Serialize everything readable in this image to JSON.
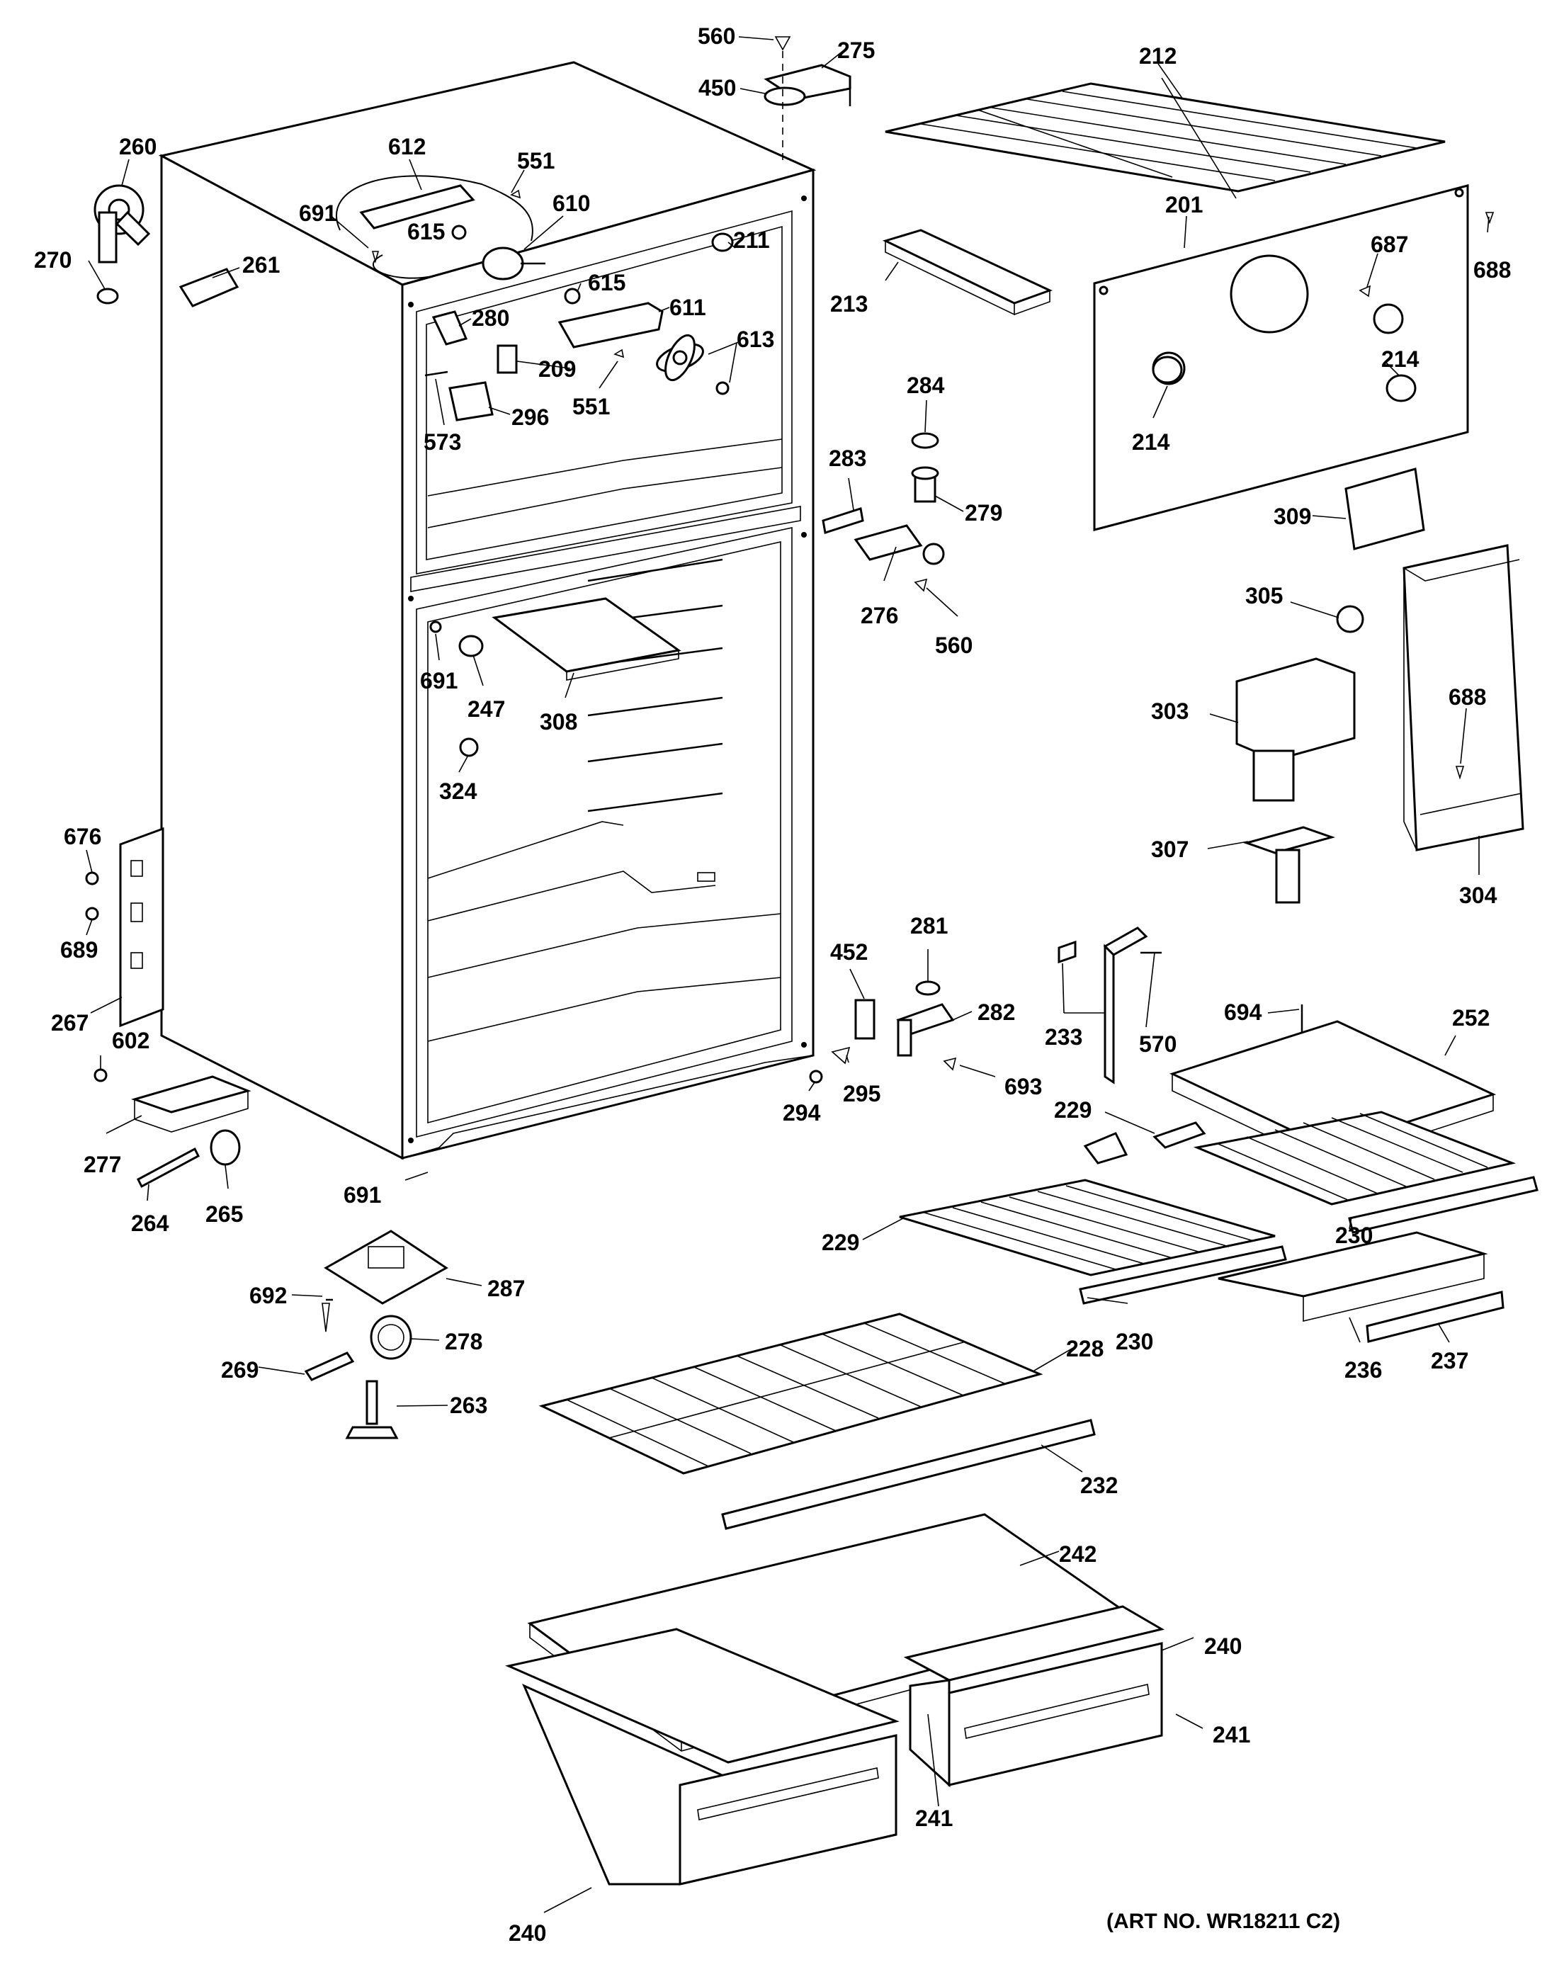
{
  "art_number": "(ART NO. WR18211 C2)",
  "labels": [
    {
      "id": "560-top",
      "text": "560"
    },
    {
      "id": "275",
      "text": "275"
    },
    {
      "id": "450",
      "text": "450"
    },
    {
      "id": "212",
      "text": "212"
    },
    {
      "id": "260",
      "text": "260"
    },
    {
      "id": "612",
      "text": "612"
    },
    {
      "id": "551-top",
      "text": "551"
    },
    {
      "id": "610",
      "text": "610"
    },
    {
      "id": "691-top",
      "text": "691"
    },
    {
      "id": "615-a",
      "text": "615"
    },
    {
      "id": "211",
      "text": "211"
    },
    {
      "id": "201",
      "text": "201"
    },
    {
      "id": "687",
      "text": "687"
    },
    {
      "id": "688-top",
      "text": "688"
    },
    {
      "id": "270",
      "text": "270"
    },
    {
      "id": "261",
      "text": "261"
    },
    {
      "id": "615-b",
      "text": "615"
    },
    {
      "id": "611",
      "text": "611"
    },
    {
      "id": "213",
      "text": "213"
    },
    {
      "id": "280",
      "text": "280"
    },
    {
      "id": "613",
      "text": "613"
    },
    {
      "id": "209",
      "text": "209"
    },
    {
      "id": "284",
      "text": "284"
    },
    {
      "id": "214-right",
      "text": "214"
    },
    {
      "id": "551-mid",
      "text": "551"
    },
    {
      "id": "296",
      "text": "296"
    },
    {
      "id": "573",
      "text": "573"
    },
    {
      "id": "214-left",
      "text": "214"
    },
    {
      "id": "283",
      "text": "283"
    },
    {
      "id": "279",
      "text": "279"
    },
    {
      "id": "309",
      "text": "309"
    },
    {
      "id": "276",
      "text": "276"
    },
    {
      "id": "560-mid",
      "text": "560"
    },
    {
      "id": "305",
      "text": "305"
    },
    {
      "id": "691-mid",
      "text": "691"
    },
    {
      "id": "247",
      "text": "247"
    },
    {
      "id": "308",
      "text": "308"
    },
    {
      "id": "303",
      "text": "303"
    },
    {
      "id": "688-mid",
      "text": "688"
    },
    {
      "id": "324",
      "text": "324"
    },
    {
      "id": "676",
      "text": "676"
    },
    {
      "id": "307",
      "text": "307"
    },
    {
      "id": "304",
      "text": "304"
    },
    {
      "id": "689",
      "text": "689"
    },
    {
      "id": "281",
      "text": "281"
    },
    {
      "id": "452",
      "text": "452"
    },
    {
      "id": "267",
      "text": "267"
    },
    {
      "id": "282",
      "text": "282"
    },
    {
      "id": "233",
      "text": "233"
    },
    {
      "id": "570",
      "text": "570"
    },
    {
      "id": "694",
      "text": "694"
    },
    {
      "id": "252",
      "text": "252"
    },
    {
      "id": "602",
      "text": "602"
    },
    {
      "id": "295",
      "text": "295"
    },
    {
      "id": "693",
      "text": "693"
    },
    {
      "id": "294",
      "text": "294"
    },
    {
      "id": "229-right",
      "text": "229"
    },
    {
      "id": "277",
      "text": "277"
    },
    {
      "id": "691-bottom",
      "text": "691"
    },
    {
      "id": "264",
      "text": "264"
    },
    {
      "id": "265",
      "text": "265"
    },
    {
      "id": "229-left",
      "text": "229"
    },
    {
      "id": "230-right",
      "text": "230"
    },
    {
      "id": "287",
      "text": "287"
    },
    {
      "id": "692",
      "text": "692"
    },
    {
      "id": "230-left",
      "text": "230"
    },
    {
      "id": "278",
      "text": "278"
    },
    {
      "id": "236",
      "text": "236"
    },
    {
      "id": "237",
      "text": "237"
    },
    {
      "id": "228",
      "text": "228"
    },
    {
      "id": "269",
      "text": "269"
    },
    {
      "id": "263",
      "text": "263"
    },
    {
      "id": "232",
      "text": "232"
    },
    {
      "id": "242",
      "text": "242"
    },
    {
      "id": "240-right",
      "text": "240"
    },
    {
      "id": "241-right",
      "text": "241"
    },
    {
      "id": "241-left",
      "text": "241"
    },
    {
      "id": "240-bottom",
      "text": "240"
    }
  ]
}
